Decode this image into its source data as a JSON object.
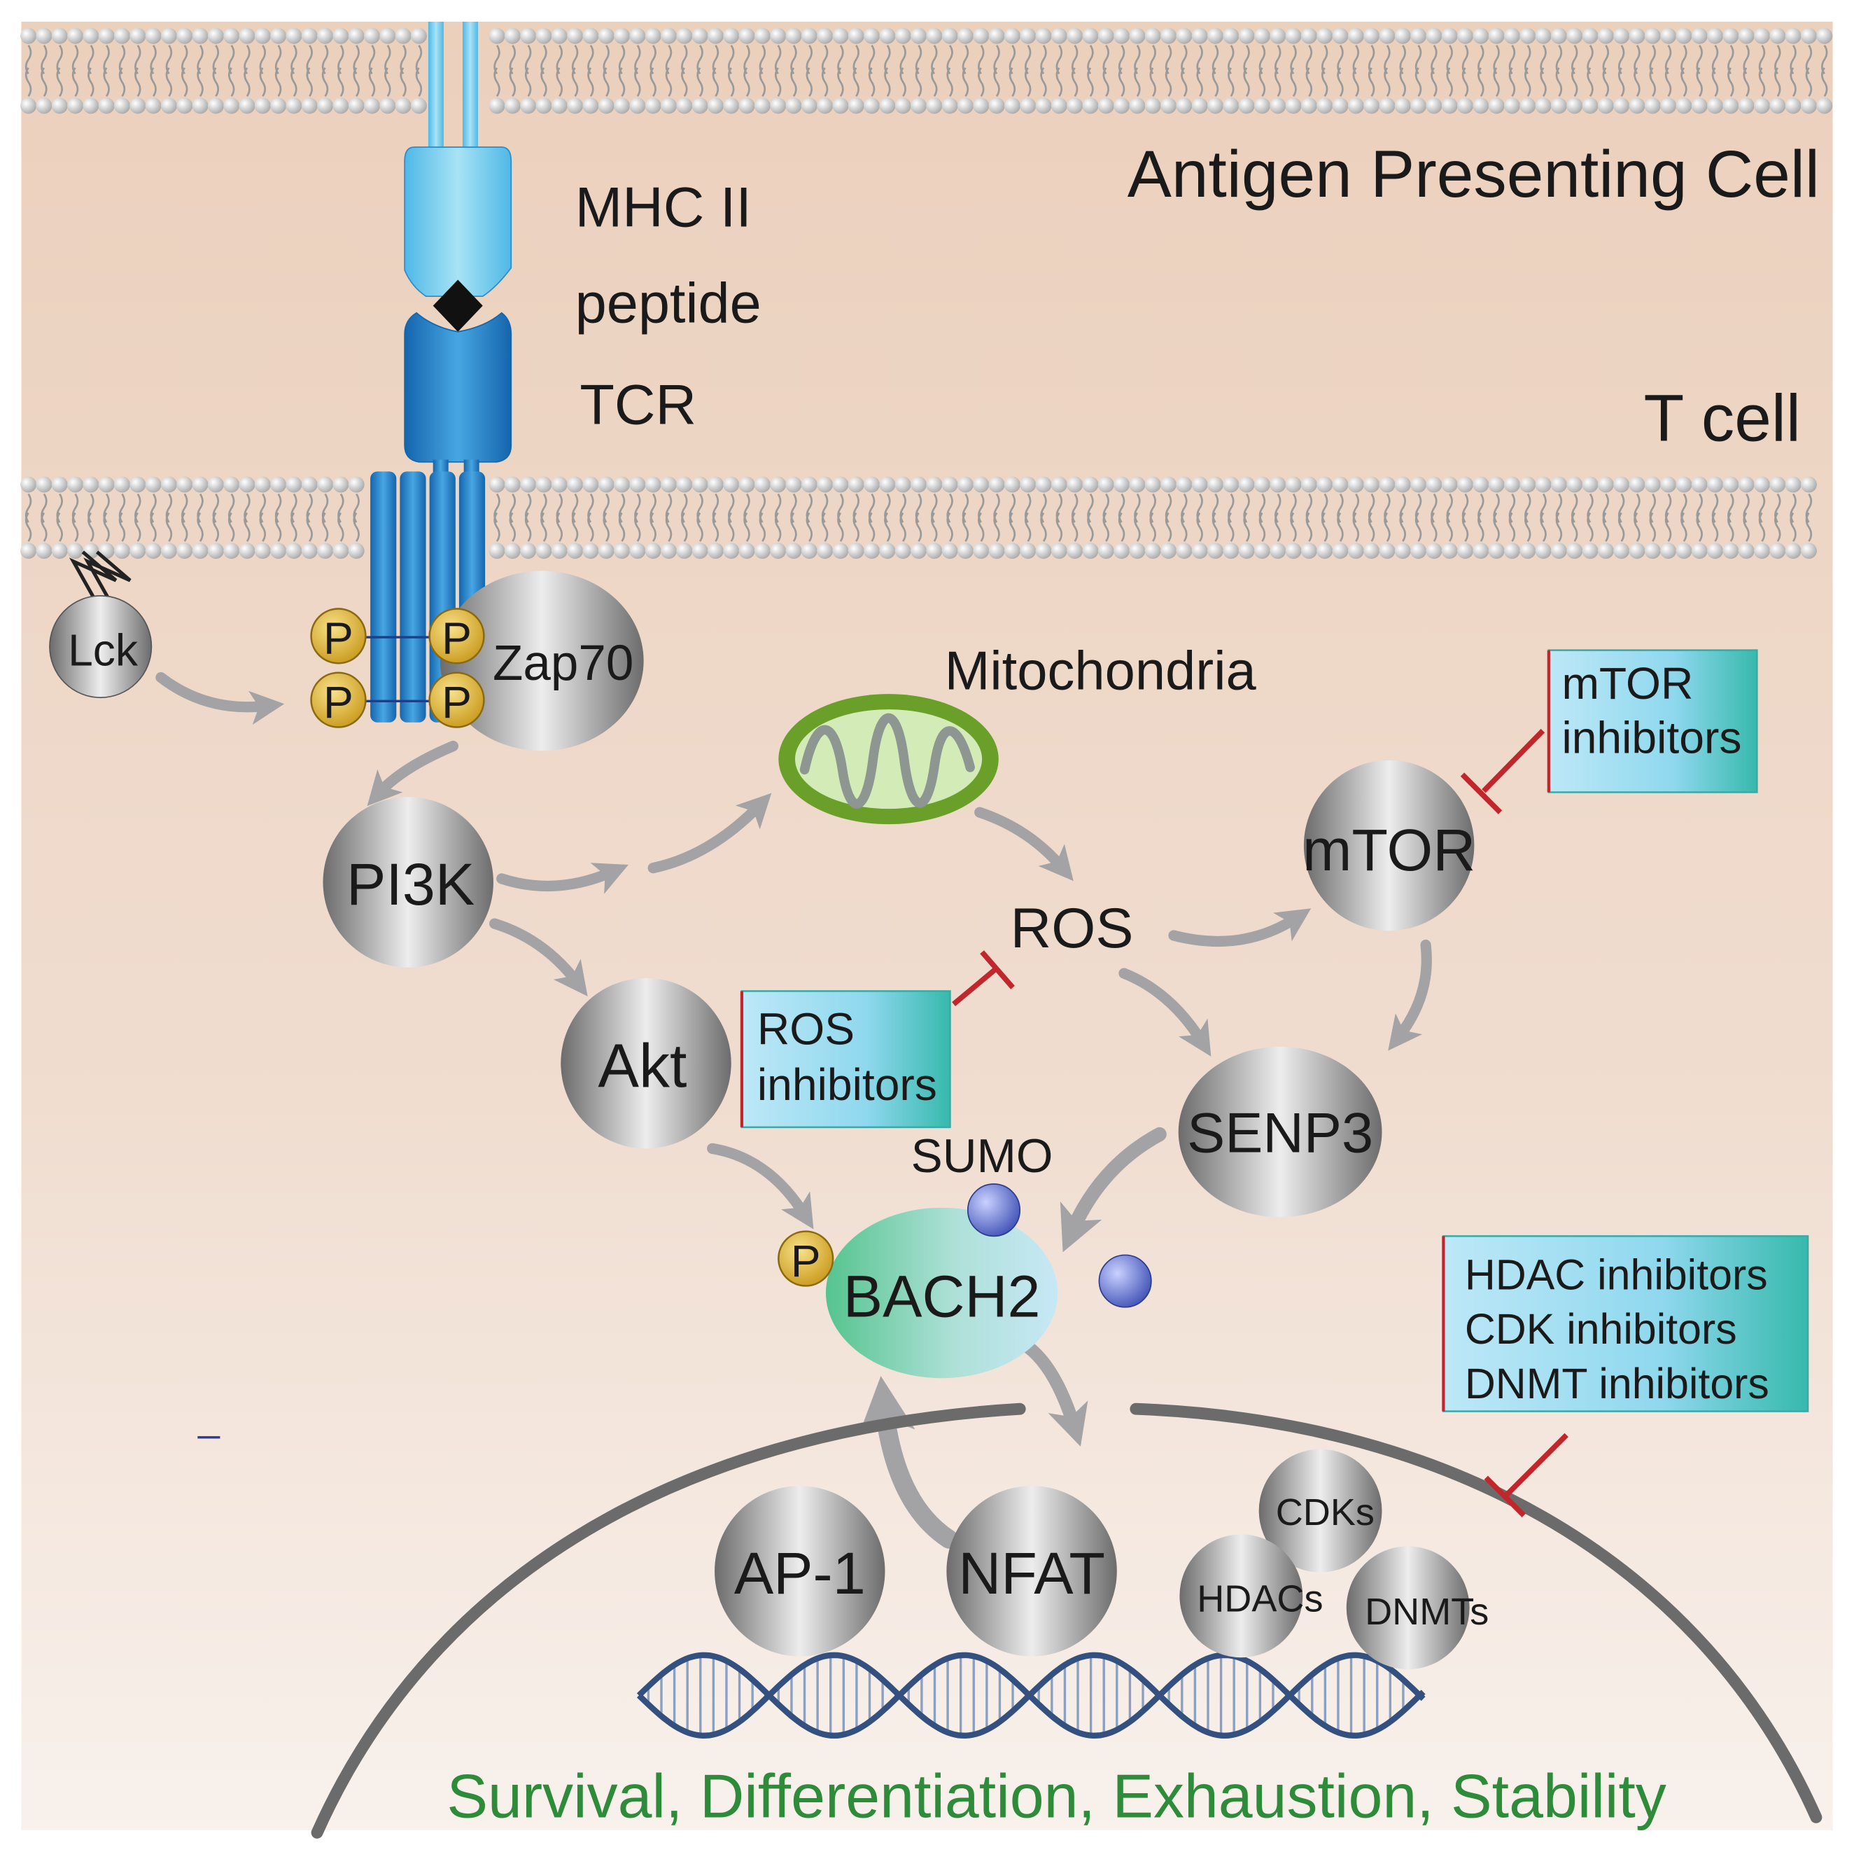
{
  "colors": {
    "background_top": "#ecd2bf",
    "background_bottom": "#f7efea",
    "membrane": "#bdbdbd",
    "molecule_light": "#e4e4e4",
    "molecule_dark": "#7d7d7d",
    "arrow": "#a3a3a5",
    "inhibition": "#c0272d",
    "receptor_light": "#7fd0ee",
    "receptor_dark": "#1f7dc4",
    "phospho": "#e8c24a",
    "sumo": "#5a6bc7",
    "mito_outer": "#6da22a",
    "mito_inner": "#cfe8b0",
    "bach2_green": "#5ec99a",
    "bach2_blue": "#bfe3f4",
    "inhibitor_box_light": "#a9e1f4",
    "inhibitor_box_dark": "#45c2b8",
    "outcome_text": "#2e8b3a",
    "nucleus": "#6d6d6d",
    "dna": "#3f5c8a"
  },
  "regions": {
    "apc_label": "Antigen Presenting Cell",
    "tcell_label": "T cell"
  },
  "receptor": {
    "mhc_label": "MHC II",
    "peptide_label": "peptide",
    "tcr_label": "TCR"
  },
  "molecules": {
    "lck": "Lck",
    "zap70": "Zap70",
    "pi3k": "PI3K",
    "akt": "Akt",
    "mitochondria": "Mitochondria",
    "ros": "ROS",
    "mtor": "mTOR",
    "senp3": "SENP3",
    "sumo": "SUMO",
    "bach2": "BACH2",
    "phospho": "P",
    "ap1": "AP-1",
    "nfat": "NFAT",
    "cdks": "CDKs",
    "hdacs": "HDACs",
    "dnmts": "DNMTs"
  },
  "inhibitors": {
    "mtor": [
      "mTOR",
      "inhibitors"
    ],
    "ros": [
      "ROS",
      "inhibitors"
    ],
    "epigenetic": [
      "HDAC inhibitors",
      "CDK inhibitors",
      "DNMT inhibitors"
    ]
  },
  "outcome": "Survival, Differentiation, Exhaustion, Stability"
}
